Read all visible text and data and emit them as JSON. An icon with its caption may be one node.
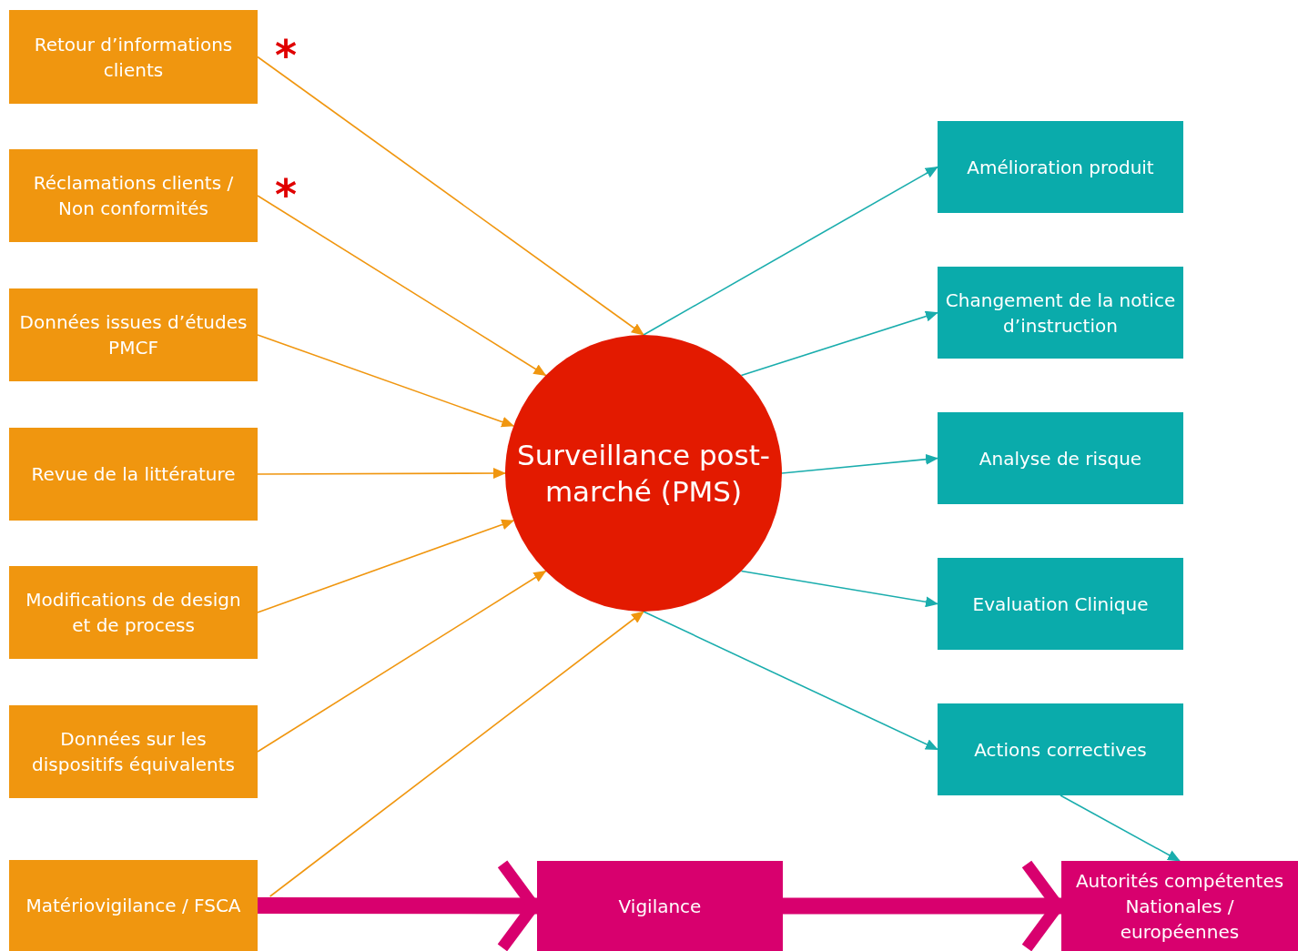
{
  "diagram": {
    "nodes": [
      {
        "text": [
          "Retour d’informations clients"
        ],
        "beside": [
          "*"
        ]
      },
      {
        "text": [
          "Réclamations clients / Non conformités"
        ],
        "beside": [
          "*"
        ]
      },
      {
        "text": [
          "Données issues d’études PMCF"
        ]
      },
      {
        "text": [
          "Revue de la littérature"
        ]
      },
      {
        "text": [
          "Modifications de design et de process"
        ]
      },
      {
        "text": [
          "Données sur les dispositifs équivalents"
        ]
      },
      {
        "text": [
          "Matériovigilance / FSCA"
        ]
      },
      {
        "text": [
          "Surveillance post-marché (PMS)"
        ]
      },
      {
        "text": [
          "Amélioration produit"
        ]
      },
      {
        "text": [
          "Changement de la notice d’instruction"
        ]
      },
      {
        "text": [
          "Analyse de risque"
        ]
      },
      {
        "text": [
          "Evaluation Clinique"
        ]
      },
      {
        "text": [
          "Actions correctives"
        ]
      },
      {
        "text": [
          "Vigilance"
        ]
      },
      {
        "text": [
          "Autorités compétentes Nationales / européennes"
        ]
      }
    ],
    "edges": [
      {
        "from": 0,
        "to": 7,
        "arrow": "to"
      },
      {
        "from": 1,
        "to": 7,
        "arrow": "to"
      },
      {
        "from": 2,
        "to": 7,
        "arrow": "to"
      },
      {
        "from": 3,
        "to": 7,
        "arrow": "to"
      },
      {
        "from": 4,
        "to": 7,
        "arrow": "to"
      },
      {
        "from": 5,
        "to": 7,
        "arrow": "to"
      },
      {
        "from": 6,
        "to": 7,
        "arrow": "to"
      },
      {
        "from": 7,
        "to": 8,
        "arrow": "to",
        "color": "#1aadad"
      },
      {
        "from": 7,
        "to": 9,
        "arrow": "to",
        "color": "#1aadad"
      },
      {
        "from": 7,
        "to": 10,
        "arrow": "to",
        "color": "#1aadad"
      },
      {
        "from": 7,
        "to": 11,
        "arrow": "to",
        "color": "#1aadad"
      },
      {
        "from": 7,
        "to": 12,
        "arrow": "to",
        "color": "#1aadad"
      },
      {
        "from": 12,
        "to": 14,
        "arrow": "to",
        "color": "#1aadad"
      },
      {
        "from": 6,
        "to": 13,
        "arrow": "to",
        "style": "thick",
        "color": "#d8006e"
      },
      {
        "from": 13,
        "to": 14,
        "arrow": "to",
        "style": "thick",
        "color": "#d8006e"
      }
    ]
  }
}
